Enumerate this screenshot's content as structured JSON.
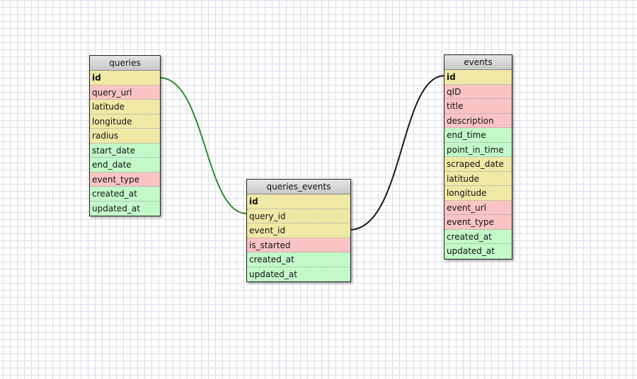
{
  "tables": [
    {
      "key": "queries",
      "name": "queries",
      "columns": [
        {
          "name": "id",
          "color": "yellow",
          "pk": true
        },
        {
          "name": "query_url",
          "color": "pink"
        },
        {
          "name": "latitude",
          "color": "yellow"
        },
        {
          "name": "longitude",
          "color": "yellow"
        },
        {
          "name": "radius",
          "color": "yellow"
        },
        {
          "name": "start_date",
          "color": "green"
        },
        {
          "name": "end_date",
          "color": "green"
        },
        {
          "name": "event_type",
          "color": "pink"
        },
        {
          "name": "created_at",
          "color": "green"
        },
        {
          "name": "updated_at",
          "color": "green"
        }
      ]
    },
    {
      "key": "queries_events",
      "name": "queries_events",
      "columns": [
        {
          "name": "id",
          "color": "yellow",
          "pk": true
        },
        {
          "name": "query_id",
          "color": "yellow"
        },
        {
          "name": "event_id",
          "color": "yellow"
        },
        {
          "name": "is_started",
          "color": "pink"
        },
        {
          "name": "created_at",
          "color": "green"
        },
        {
          "name": "updated_at",
          "color": "green"
        }
      ]
    },
    {
      "key": "events",
      "name": "events",
      "columns": [
        {
          "name": "id",
          "color": "yellow",
          "pk": true
        },
        {
          "name": "qID",
          "color": "pink"
        },
        {
          "name": "title",
          "color": "pink"
        },
        {
          "name": "description",
          "color": "pink"
        },
        {
          "name": "end_time",
          "color": "green"
        },
        {
          "name": "point_in_time",
          "color": "green"
        },
        {
          "name": "scraped_date",
          "color": "yellow"
        },
        {
          "name": "latitude",
          "color": "yellow"
        },
        {
          "name": "longitude",
          "color": "yellow"
        },
        {
          "name": "event_url",
          "color": "pink"
        },
        {
          "name": "event_type",
          "color": "pink"
        },
        {
          "name": "created_at",
          "color": "green"
        },
        {
          "name": "updated_at",
          "color": "green"
        }
      ]
    }
  ],
  "relations": [
    {
      "from": "queries.id",
      "to": "queries_events.query_id",
      "color": "#2e8b2e"
    },
    {
      "from": "queries_events.event_id",
      "to": "events.id",
      "color": "#1a1a1a"
    }
  ],
  "colors": {
    "yellow": "#f0e9a6",
    "pink": "#fbc4c4",
    "green": "#c3f9c9"
  }
}
